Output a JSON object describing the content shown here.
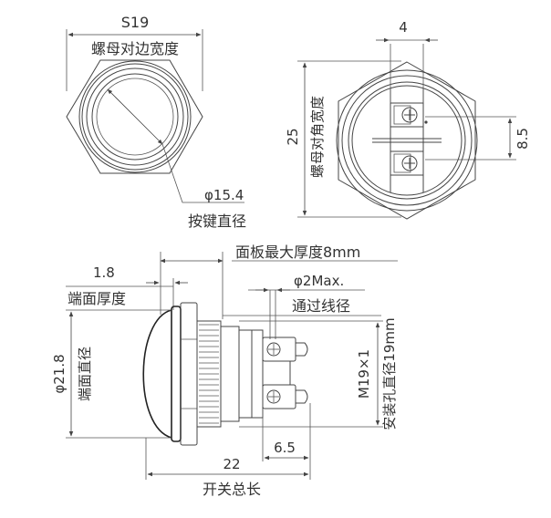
{
  "views": {
    "front": {
      "hex_size": "S19",
      "hex_caption": "螺母对边宽度",
      "button_diameter": "φ15.4",
      "button_caption": "按键直径"
    },
    "rear": {
      "terminal_width": "4",
      "corner_width": "25",
      "corner_caption": "螺母对角宽度",
      "terminal_spacing": "8.5"
    },
    "side": {
      "panel_thickness": "面板最大厚度8mm",
      "head_thickness": "1.8",
      "head_thickness_caption": "端面厚度",
      "wire_hole": "φ2Max.",
      "wire_hole_caption": "通过线径",
      "head_diameter": "φ21.8",
      "head_diameter_caption": "端面直径",
      "thread": "M19×1",
      "mount_hole_caption": "安装孔直径19mm",
      "body_length": "22",
      "terminal_length": "6.5",
      "total_caption": "开关总长"
    }
  }
}
